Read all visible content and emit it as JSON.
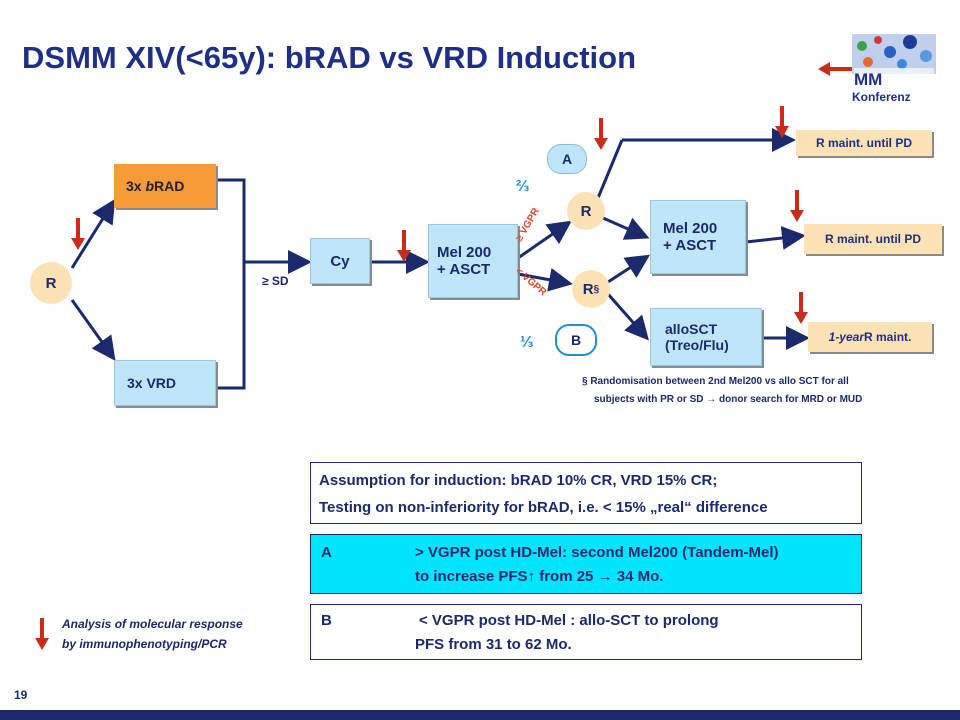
{
  "title": "DSMM XIV(<65y): bRAD vs VRD Induction",
  "logo": {
    "line1": "MM",
    "line2": "Konferenz"
  },
  "flow": {
    "randomize": "R",
    "arm1_count": "3x ",
    "arm1_drug_prefix": "b",
    "arm1_drug_rest": "RAD",
    "arm2": "3x VRD",
    "sd_label": "≥ SD",
    "cy": "Cy",
    "mel200_line1": "Mel 200",
    "mel200_line2": "+ ASCT",
    "branch_a": "A",
    "branch_b": "B",
    "two_thirds": "⅔",
    "one_third": "⅓",
    "ge_vgpr": "≥ VGPR",
    "lt_vgpr": "< VGPR",
    "r_node": "R",
    "r_section_base": "R",
    "r_section_sup": "§",
    "mel200b_line1": "Mel 200",
    "mel200b_line2": "+ ASCT",
    "allo_line1": "alloSCT",
    "allo_line2": "(Treo/Flu)",
    "maint_top": "R maint. until PD",
    "maint_mid": "R maint. until PD",
    "maint_bot_italic": "1-year",
    "maint_bot_rest": " R maint."
  },
  "footnote": {
    "line1": "§ Randomisation between 2nd Mel200 vs allo SCT for all",
    "line2": "subjects with PR or SD → donor search for MRD or MUD"
  },
  "assumption": {
    "line1": "Assumption for induction:  bRAD 10% CR, VRD 15% CR;",
    "line2": "Testing on non-inferiority for bRAD, i.e. < 15% „real“ difference"
  },
  "box_a": {
    "label": "A",
    "line1": "> VGPR post HD-Mel: second Mel200 (Tandem-Mel)",
    "line2": "to increase PFS↑ from 25 → 34 Mo."
  },
  "box_b": {
    "label": "B",
    "line1": "< VGPR post HD-Mel : allo-SCT to prolong",
    "line2": "PFS from 31 to 62 Mo."
  },
  "legend": {
    "line1": "Analysis of molecular response",
    "line2": "by immunophenotyping/PCR"
  },
  "page_number": "19",
  "colors": {
    "title": "#1f2f88",
    "orange_box": "#f79a3a",
    "blue_box": "#bfe6f8",
    "peach": "#fde2b5",
    "cyan_box": "#00e5ff",
    "arrow_red": "#cc2a1a",
    "fraction_blue": "#1f8fd8"
  }
}
